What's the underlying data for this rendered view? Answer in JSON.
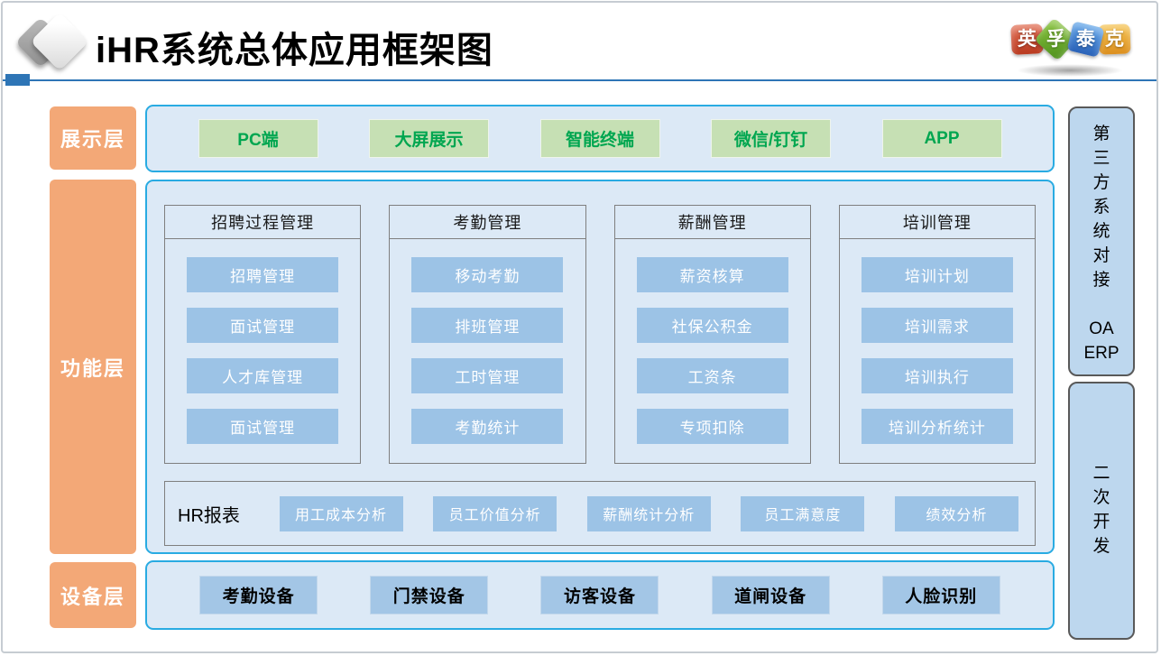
{
  "header": {
    "title": "iHR系统总体应用框架图",
    "brand_chars": [
      "英",
      "孚",
      "泰",
      "克"
    ]
  },
  "layers": {
    "display": {
      "label": "展示层",
      "items": [
        "PC端",
        "大屏展示",
        "智能终端",
        "微信/钉钉",
        "APP"
      ]
    },
    "function": {
      "label": "功能层",
      "modules": [
        {
          "title": "招聘过程管理",
          "items": [
            "招聘管理",
            "面试管理",
            "人才库管理",
            "面试管理"
          ]
        },
        {
          "title": "考勤管理",
          "items": [
            "移动考勤",
            "排班管理",
            "工时管理",
            "考勤统计"
          ]
        },
        {
          "title": "薪酬管理",
          "items": [
            "薪资核算",
            "社保公积金",
            "工资条",
            "专项扣除"
          ]
        },
        {
          "title": "培训管理",
          "items": [
            "培训计划",
            "培训需求",
            "培训执行",
            "培训分析统计"
          ]
        }
      ],
      "report": {
        "label": "HR报表",
        "items": [
          "用工成本分析",
          "员工价值分析",
          "薪酬统计分析",
          "员工满意度",
          "绩效分析"
        ]
      }
    },
    "device": {
      "label": "设备层",
      "items": [
        "考勤设备",
        "门禁设备",
        "访客设备",
        "道闸设备",
        "人脸识别"
      ]
    }
  },
  "right_panel": {
    "third_party": "第\n三\n方\n系\n统\n对\n接\n\nOA\nERP",
    "secondary_dev": "二\n次\n开\n发"
  },
  "colors": {
    "accent_orange": "#f3a877",
    "panel_border_cyan": "#29abe2",
    "panel_bg": "#dce9f6",
    "item_blue": "#9cc3e6",
    "green_btn_bg": "#c6e0b4",
    "green_btn_text": "#00a650",
    "right_box_bg": "#bdd7ee",
    "divider_blue": "#2e75b6"
  }
}
